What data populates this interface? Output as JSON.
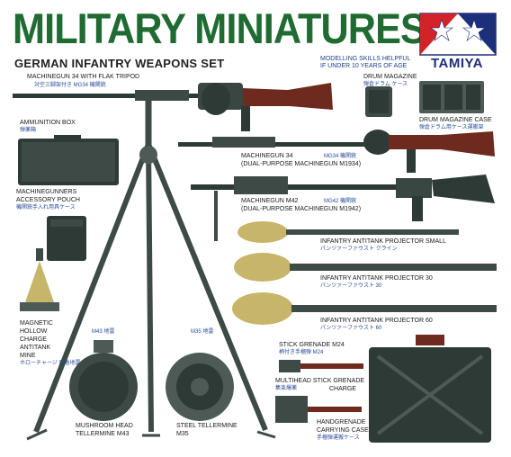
{
  "header": {
    "title": "MILITARY MINIATURES",
    "subtitle": "GERMAN INFANTRY WEAPONS SET",
    "helpful_line1": "MODELLING SKILLS HELPFUL",
    "helpful_line2": "IF UNDER 10 YEARS OF AGE",
    "brand": "TAMIYA"
  },
  "colors": {
    "title_green": "#1f6b32",
    "metal_dark": "#2e3a36",
    "metal_mid": "#4d5a55",
    "wood": "#6e2a1e",
    "olive": "#c7b56a",
    "tamiya_red": "#d3232a",
    "tamiya_blue": "#1e2f7a"
  },
  "items": {
    "mg34_flak": {
      "label": "MACHINEGUN 34 WITH FLAK TRIPOD",
      "jp": "対空三脚架付き MG34 機関銃"
    },
    "ammo_box": {
      "label": "AMMUNITION BOX",
      "jp": "弾薬箱"
    },
    "drum_magazine": {
      "label": "DRUM MAGAZINE",
      "jp": "弾倉ドラム ケース"
    },
    "drum_case": {
      "label": "DRUM MAGAZINE CASE",
      "jp": "弾倉ドラム用ケース運搬架"
    },
    "mg34": {
      "label1": "MACHINEGUN 34",
      "label2": "(DUAL-PURPOSE MACHINEGUN M1934)",
      "jp": "MG34 機関銃"
    },
    "pouch": {
      "label1": "MACHINEGUNNERS",
      "label2": "ACCESSORY POUCH",
      "jp": "機関銃手入れ用具ケース"
    },
    "mg42": {
      "label1": "MACHINEGUN M42",
      "label2": "(DUAL-PURPOSE MACHINEGUN M1942)",
      "jp": "MG42 機関銃"
    },
    "pf_small": {
      "label": "INFANTRY ANTITANK PROJECTOR SMALL",
      "jp": "パンツァーファウスト クライン"
    },
    "pf30": {
      "label": "INFANTRY ANTITANK PROJECTOR 30",
      "jp": "パンツァーファウスト 30"
    },
    "pf60": {
      "label": "INFANTRY ANTITANK PROJECTOR 60",
      "jp": "パンツァーファウスト 60"
    },
    "magnetic_mine": {
      "label1": "MAGNETIC",
      "label2": "HOLLOW",
      "label3": "CHARGE",
      "label4": "ANTITANK",
      "label5": "MINE",
      "jp": "ホローチャージ 吸着地雷"
    },
    "stick_grenade": {
      "label": "STICK GRENADE M24",
      "jp": "柄付き手榴弾 M24"
    },
    "multihead": {
      "label1": "MULTIHEAD STICK GRENADE",
      "label2": "CHARGE",
      "jp": "集束爆薬"
    },
    "grenade_case": {
      "label1": "HANDGRENADE",
      "label2": "CARRYING CASE",
      "jp": "手榴弾運搬ケース"
    },
    "mushroom": {
      "label1": "MUSHROOM HEAD",
      "label2": "TELLERMINE M43",
      "jp": "M43 地雷"
    },
    "steel": {
      "label1": "STEEL TELLERMINE",
      "label2": "M35",
      "jp": "M35 地雷"
    }
  }
}
